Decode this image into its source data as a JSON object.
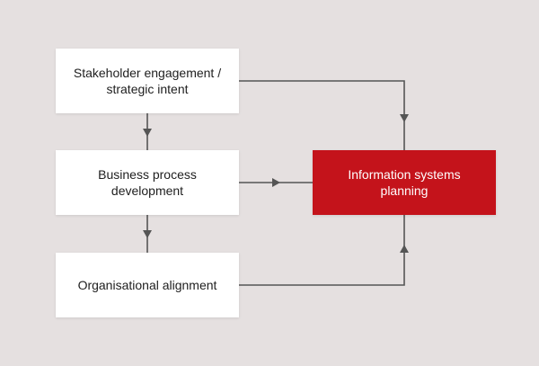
{
  "colors": {
    "background": "#e5e0e0",
    "box": "#ffffff",
    "highlight_box": "#c4131b",
    "connector": "#555555",
    "text_dark": "#1e1e1e",
    "text_light": "#ffffff"
  },
  "nodes": {
    "stakeholder": "Stakeholder engagement / strategic intent",
    "business_process": "Business process development",
    "alignment": "Organisational alignment",
    "information_systems": "Information systems planning"
  }
}
